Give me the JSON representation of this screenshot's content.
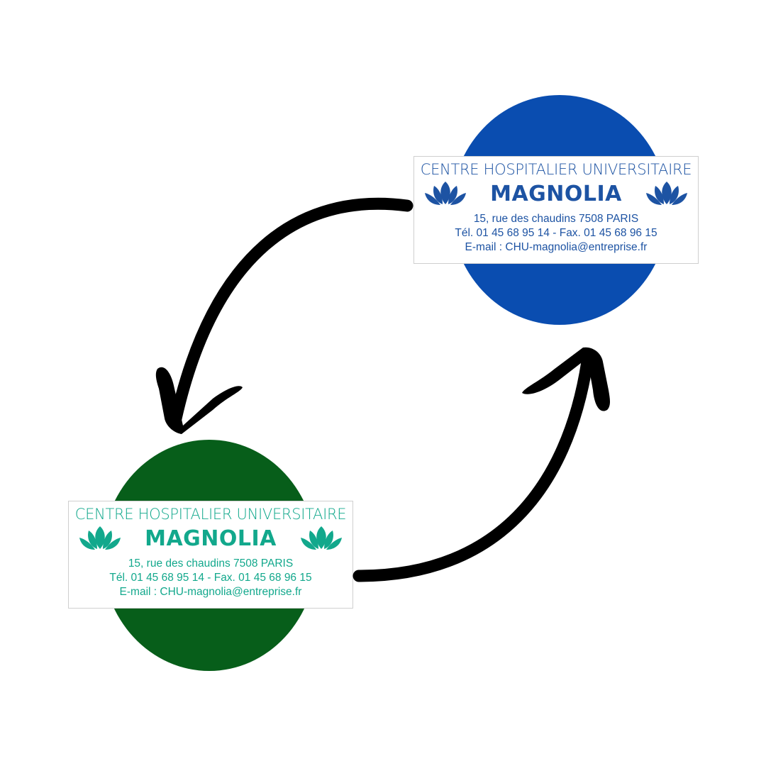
{
  "colors": {
    "blue_circle": "#0a4db0",
    "blue_text": "#1d53a3",
    "green_circle": "#075e1a",
    "green_text": "#12a88c",
    "arrow": "#000000"
  },
  "icons": [
    "lotus-icon",
    "curved-arrow-icon"
  ],
  "cards": [
    {
      "id": "blue",
      "org": "CENTRE HOSPITALIER UNIVERSITAIRE",
      "name": "MAGNOLIA",
      "address": "15, rue des chaudins 7508 PARIS",
      "phone": "Tél. 01 45 68 95 14 - Fax. 01 45 68 96 15",
      "email": "E-mail : CHU-magnolia@entreprise.fr"
    },
    {
      "id": "green",
      "org": "CENTRE HOSPITALIER UNIVERSITAIRE",
      "name": "MAGNOLIA",
      "address": "15, rue des chaudins 7508 PARIS",
      "phone": "Tél. 01 45 68 95 14 - Fax. 01 45 68 96 15",
      "email": "E-mail : CHU-magnolia@entreprise.fr"
    }
  ]
}
